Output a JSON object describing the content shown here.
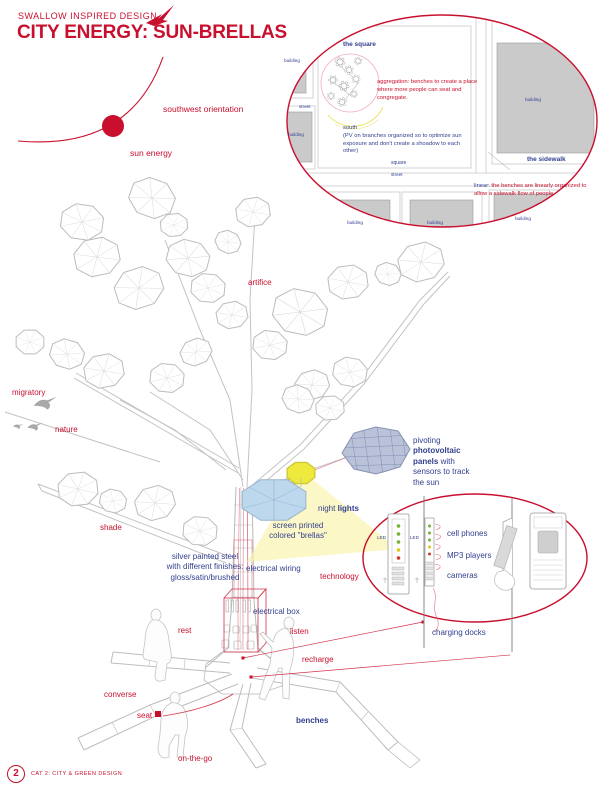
{
  "colors": {
    "accent_red": "#c8102e",
    "ink_blue": "#323f8e",
    "line_gray": "#bfbfbf",
    "building_gray": "#cacaca",
    "canopy_blue": "#bdd7ec",
    "pv_blue": "#b3bdd6",
    "light_yellow": "#faf4ae"
  },
  "header": {
    "kicker": "SWALLOW INSPIRED DESIGN",
    "title": "CITY ENERGY: SUN-BRELLAS"
  },
  "sun": {
    "orientation": "southwest orientation",
    "energy": "sun energy"
  },
  "inset": {
    "square_title": "the square",
    "aggregation_note": "aggregation: benches to create a place where more people can seat and congregate.",
    "south_title": "south",
    "south_note": "(PV on branches organized so to optimize sun exposure and don't create a shoadow to each other)",
    "square_label": "square",
    "street_label": "street",
    "building_label": "building",
    "sidewalk_title": "the sidewalk",
    "linear_term": "linear:",
    "linear_note": "the benches are linearly organized to allow a sidewalk flow of people."
  },
  "labels": {
    "artifice": "artifice",
    "migratory": "migratory",
    "nature": "nature",
    "shade": "shade",
    "steel_1": "silver painted steel",
    "steel_2": "with different finishes:",
    "steel_3": "gloss/satin/brushed",
    "electrical_wiring": "electrical wiring",
    "electrical_box": "electrical box",
    "screen_printed_1": "screen printed",
    "screen_printed_2": "colored \"brellas\"",
    "night_1": "night",
    "night_2": "lights",
    "pv_1": "pivoting",
    "pv_2": "photovoltaic panels",
    "pv_3": "with sensors to track the sun",
    "technology": "technology",
    "rest": "rest",
    "listen": "listen",
    "recharge": "recharge",
    "converse": "converse",
    "seat": "seat",
    "benches": "benches",
    "on_the_go": "on-the-go"
  },
  "tech": {
    "led": "LED",
    "items": [
      "cell phones",
      "MP3 players",
      "cameras"
    ],
    "docks": "charging docks"
  },
  "footer": {
    "number": "2",
    "category": "CAT 2: CITY & GREEN DESIGN"
  }
}
